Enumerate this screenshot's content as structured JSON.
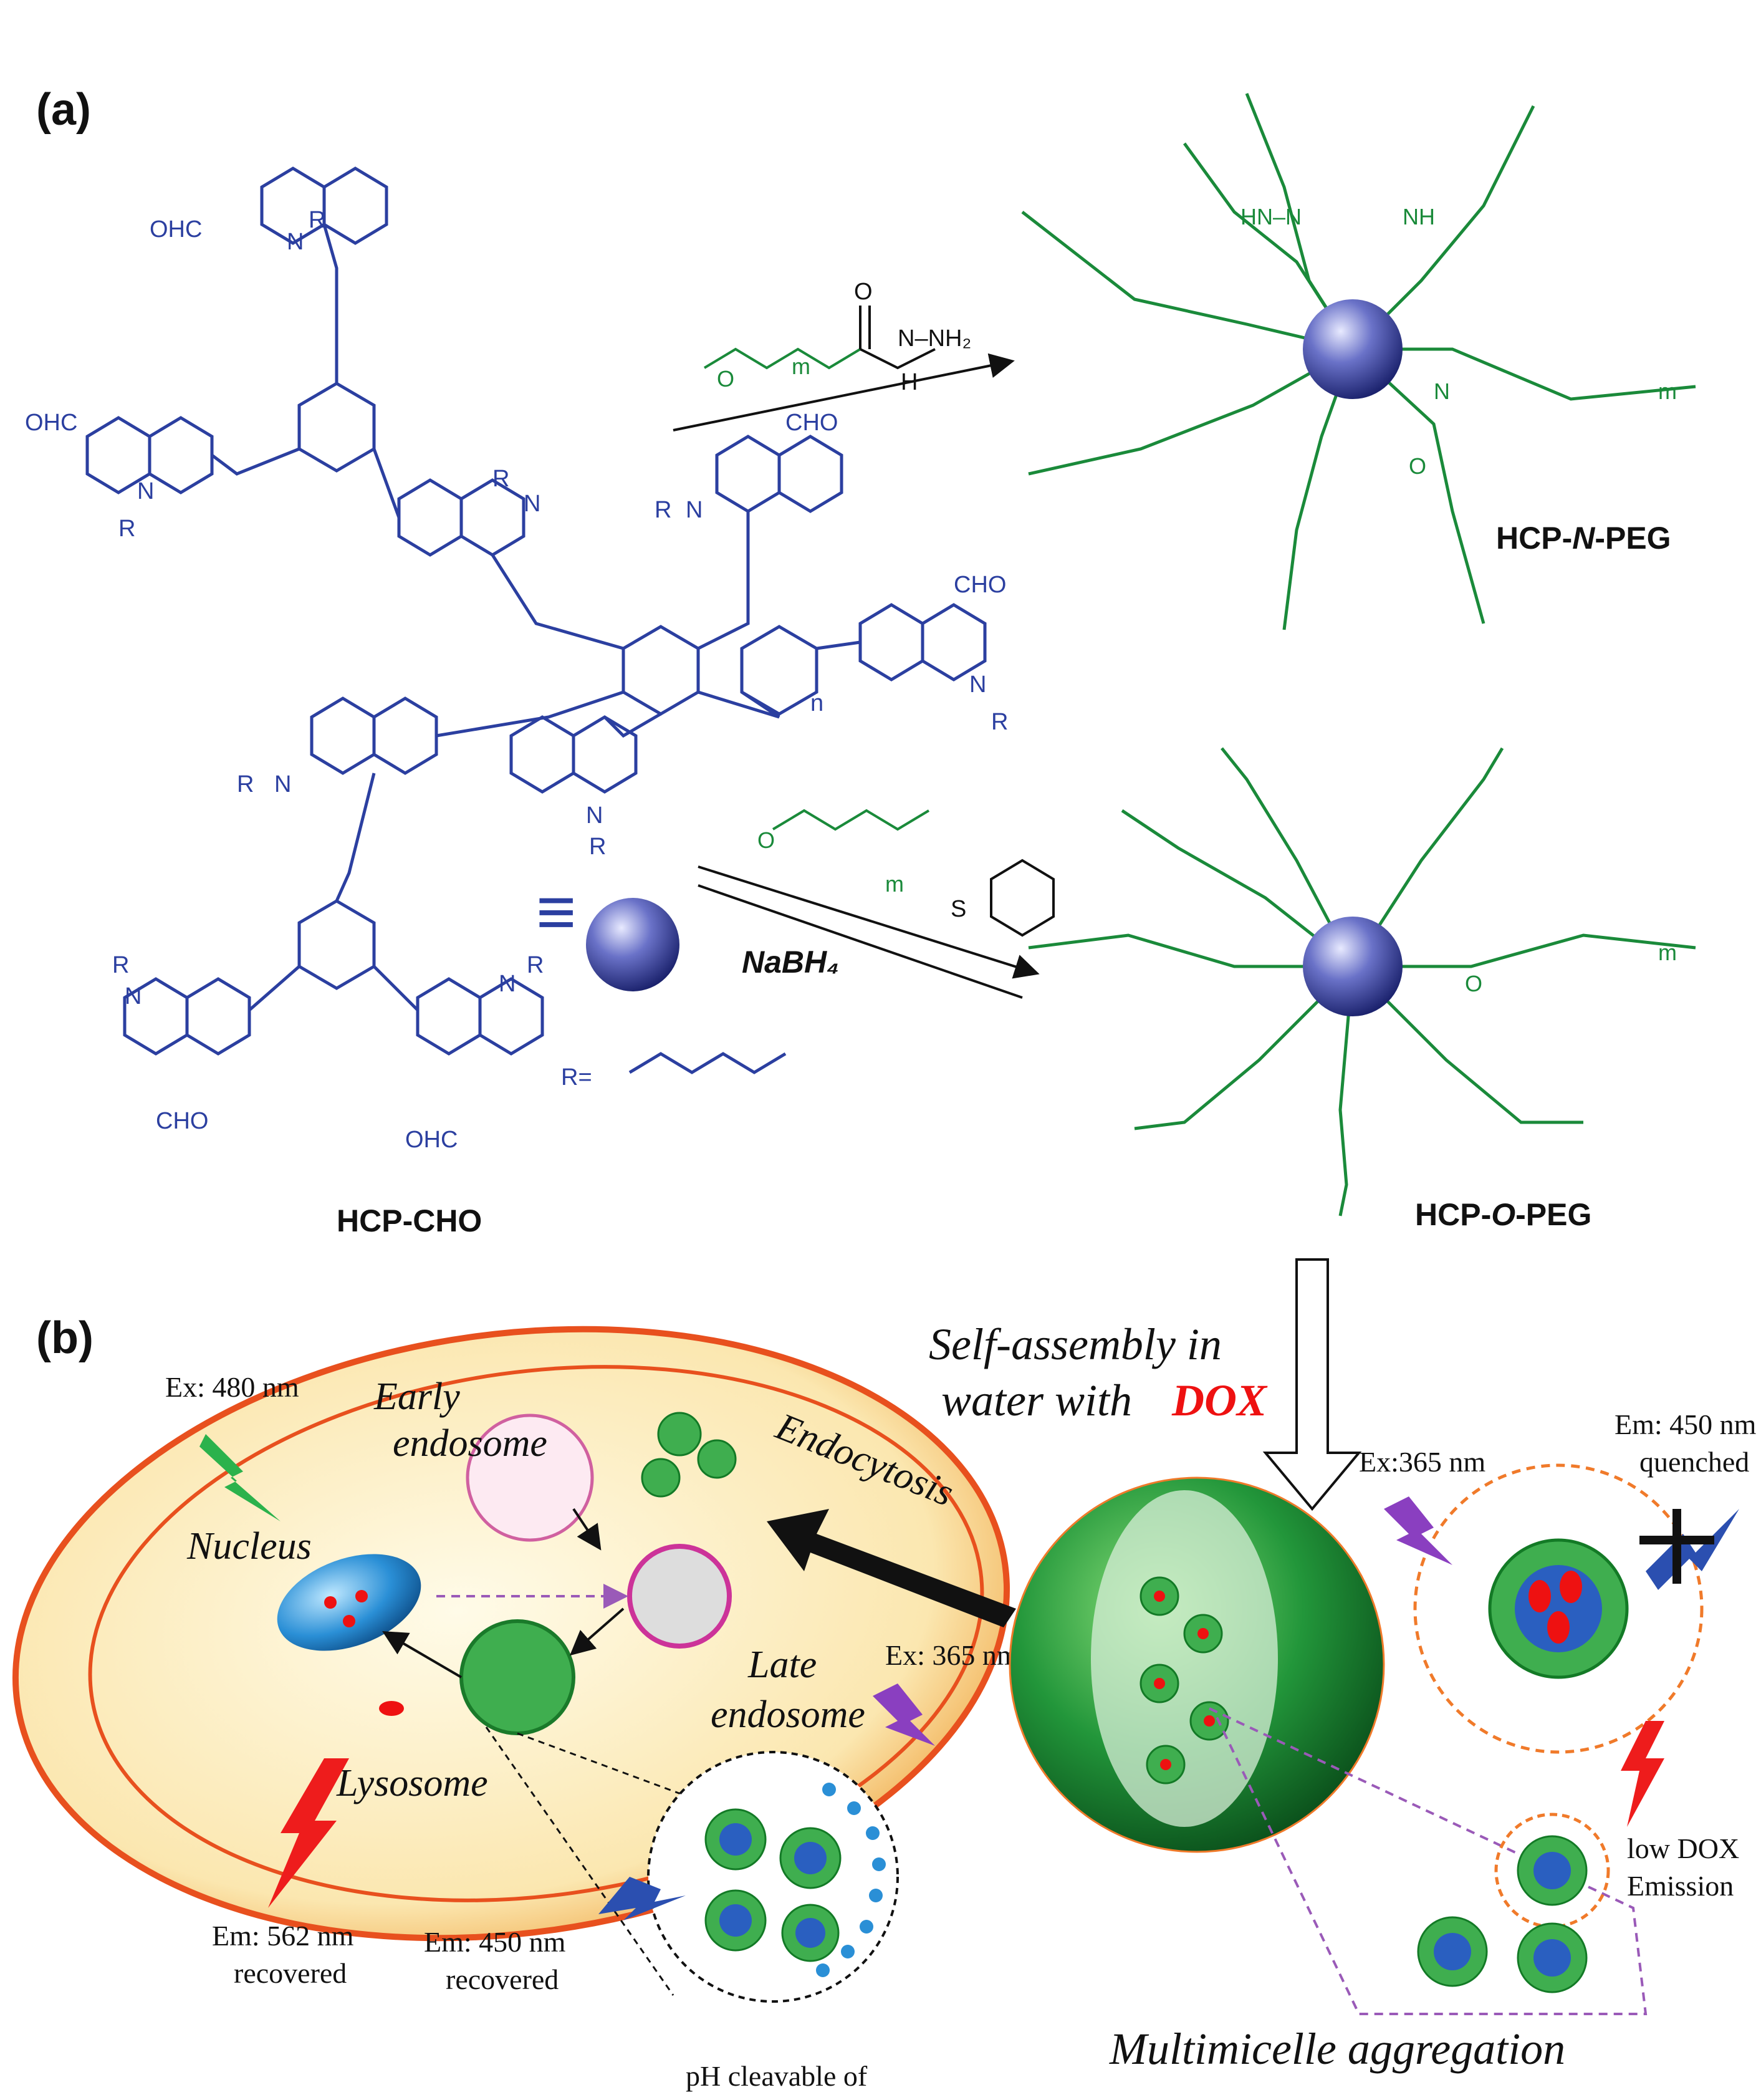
{
  "panel_a": {
    "label": "(a)",
    "hcp_cho": {
      "name": "HCP-CHO",
      "aldehyde": "CHO",
      "aldehyde_left": "OHC",
      "n_atom": "N",
      "r_group": "R",
      "r_def": "R=",
      "repeat_n": "n",
      "equiv": "≡"
    },
    "reaction1": {
      "reagent_left": "O",
      "reagent_m": "m",
      "hydrazide_nh2": "N–NH₂",
      "hydrazide_h": "H",
      "hydrazide_o": "O"
    },
    "reaction2": {
      "reagent_o": "O",
      "reagent_m": "m",
      "sulfonyl": "S",
      "condition": "NaBH₄"
    },
    "product1": {
      "name": "HCP-N-PEG",
      "name_prefix": "HCP-",
      "name_italic": "N",
      "name_suffix": "-PEG",
      "arm_labels": [
        "HN–N",
        "NH",
        "N",
        "O",
        "m"
      ]
    },
    "product2": {
      "name": "HCP-O-PEG",
      "name_prefix": "HCP-",
      "name_italic": "O",
      "name_suffix": "-PEG",
      "arm_labels": [
        "O",
        "m"
      ]
    }
  },
  "panel_b": {
    "label": "(b)",
    "self_assembly_line1": "Self-assembly in",
    "self_assembly_line2": "water with",
    "dox": "DOX",
    "endocytosis": "Endocytosis",
    "ex_480": "Ex: 480 nm",
    "early_endosome_1": "Early",
    "early_endosome_2": "endosome",
    "nucleus": "Nucleus",
    "late_endosome_1": "Late",
    "late_endosome_2": "endosome",
    "lysosome": "Lysosome",
    "ex_365_left": "Ex: 365 nm",
    "ex_365_right": "Ex:365 nm",
    "em_450_quenched_1": "Em: 450 nm",
    "em_450_quenched_2": "quenched",
    "em_562_1": "Em: 562 nm",
    "em_562_2": "recovered",
    "em_450_rec_1": "Em: 450 nm",
    "em_450_rec_2": "recovered",
    "ph_cleavable": "pH cleavable of",
    "low_dox_1": "low DOX",
    "low_dox_2": "Emission",
    "multimicelle": "Multimicelle aggregation"
  },
  "colors": {
    "polymer_blue": "#2b3fa0",
    "peg_green": "#1a8a3a",
    "cell_orange": "#f07a2a",
    "micelle_green": "#2aa84a",
    "dox_red": "#e11111",
    "lightning_green": "#2bb24c",
    "lightning_purple": "#8a3fc0",
    "lightning_red": "#ee1c1c",
    "lightning_blue": "#2b4fb0"
  },
  "icons": [
    "blue-sphere-icon",
    "lightning-icon",
    "cross-icon",
    "arrow-icon"
  ]
}
